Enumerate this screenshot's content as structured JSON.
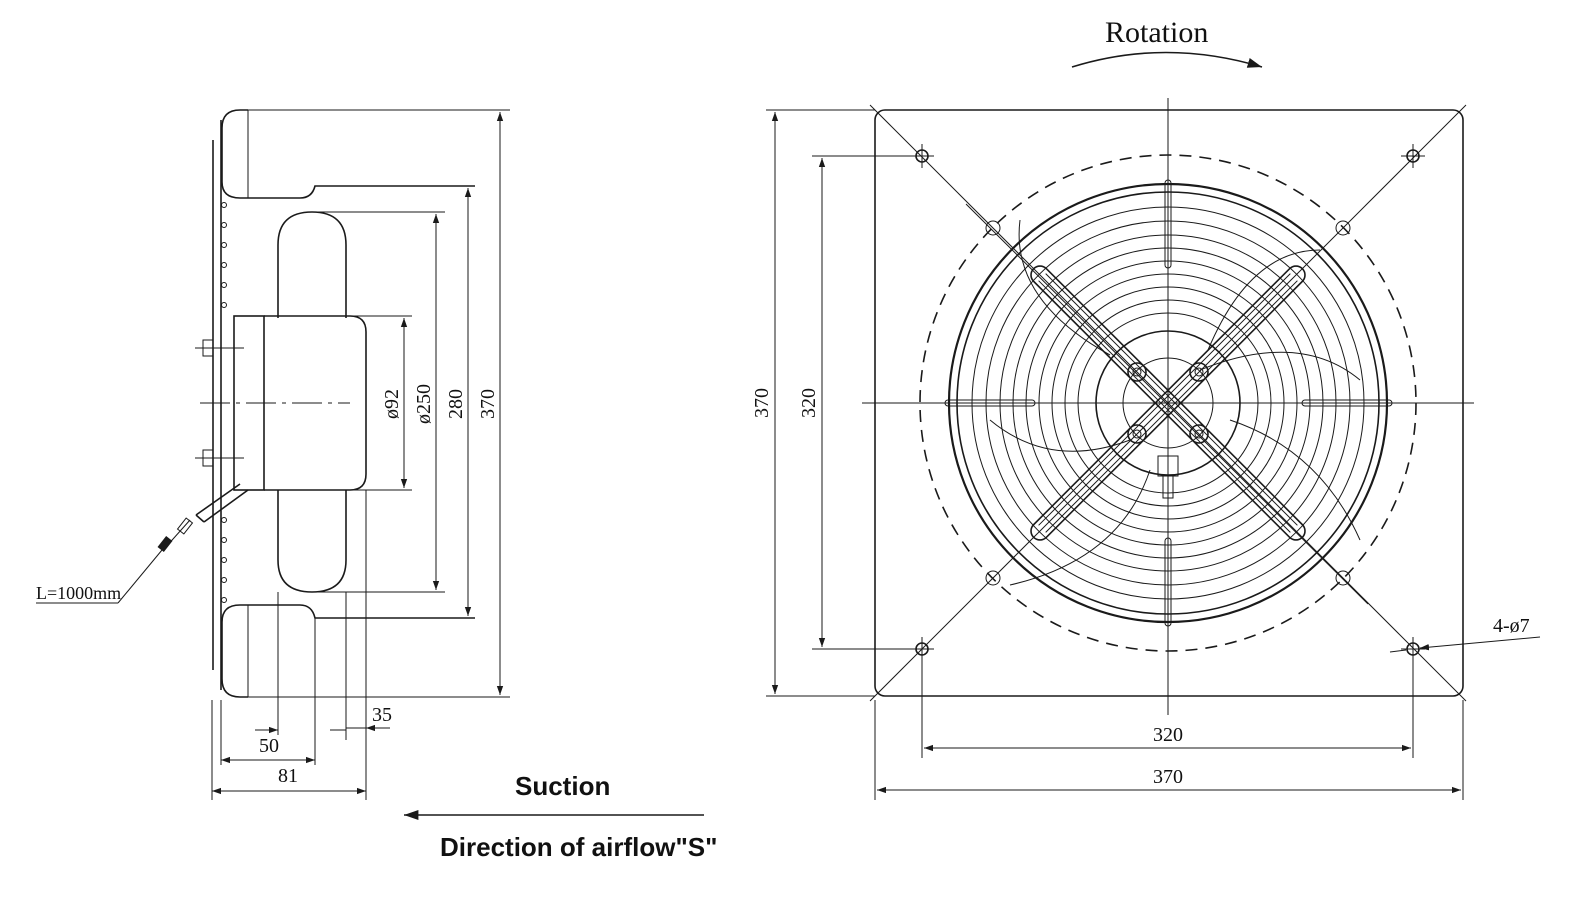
{
  "labels": {
    "rotation": "Rotation",
    "suction": "Suction",
    "airflow": "Direction of airflow\"S\"",
    "cable_length": "L=1000mm",
    "holes": "4-ø7"
  },
  "side_view": {
    "dims": {
      "d92": "ø92",
      "d250": "ø250",
      "h280": "280",
      "h370": "370",
      "w35": "35",
      "w50": "50",
      "w81": "81"
    }
  },
  "front_view": {
    "dims": {
      "height_370": "370",
      "height_320": "320",
      "width_320": "320",
      "width_370": "370"
    }
  }
}
